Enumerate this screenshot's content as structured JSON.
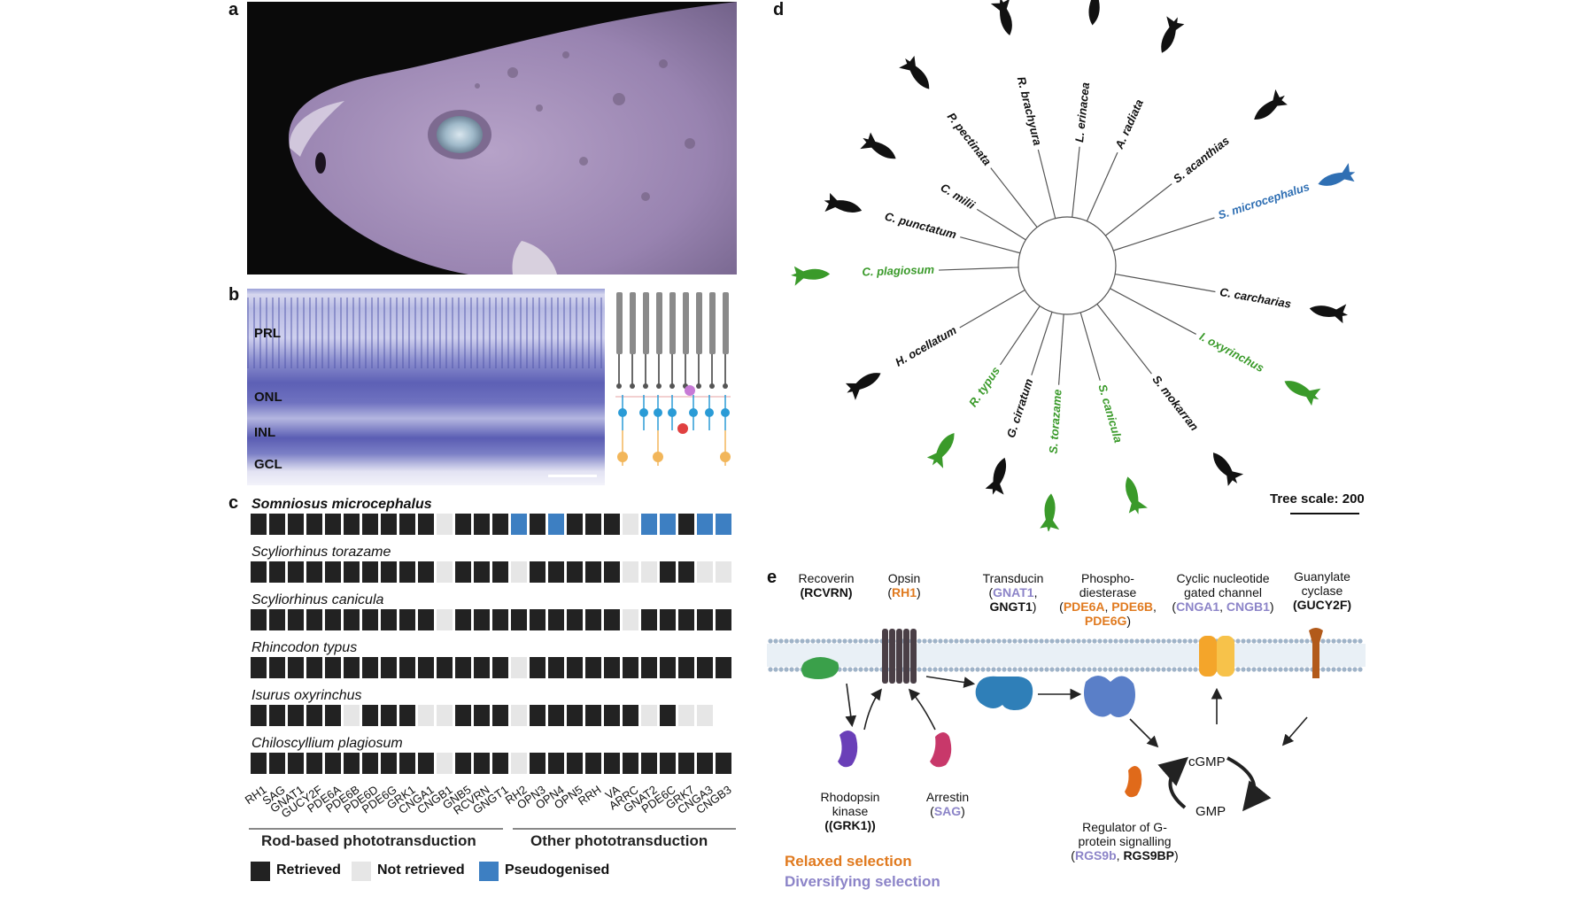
{
  "panels": {
    "a": "a",
    "b": "b",
    "c": "c",
    "d": "d",
    "e": "e"
  },
  "panel_b": {
    "layers": [
      "PRL",
      "ONL",
      "INL",
      "GCL"
    ]
  },
  "panel_c": {
    "genes": [
      "RH1",
      "SAG",
      "GNAT1",
      "GUCY2F",
      "PDE6A",
      "PDE6B",
      "PDE6D",
      "PDE6G",
      "GRK1",
      "CNGA1",
      "CNGB1",
      "GNB5",
      "RCVRN",
      "GNGT1",
      "RH2",
      "OPN3",
      "OPN4",
      "OPN5",
      "RRH",
      "VA",
      "ARRC",
      "GNAT2",
      "PDE6C",
      "GRK7",
      "CNGA3",
      "CNGB3"
    ],
    "rows": [
      {
        "species": "Somniosus microcephalus",
        "status": "RRRRRRRRRRNRRRPRPRRRNPPRPP"
      },
      {
        "species": "Scyliorhinus torazame",
        "status": "RRRRRRRRRRNRRRNRRRRRNNRRNN"
      },
      {
        "species": "Scyliorhinus canicula",
        "status": "RRRRRRRRRRNRRRRRRRRRNRRRRR"
      },
      {
        "species": "Rhincodon typus",
        "status": "RRRRRRRRRRRRRRNRRRRRRRRRRR"
      },
      {
        "species": "Isurus oxyrinchus",
        "status": "RRRRRNRRRNNRRRNRRRRRRNRNN"
      },
      {
        "species": "Chiloscyllium plagiosum",
        "status": "RRRRRRRRRRNRRRNRRRRRRRRRRR"
      }
    ],
    "sections": [
      "Rod-based phototransduction",
      "Other phototransduction"
    ],
    "legend": [
      {
        "key": "R",
        "label": "Retrieved",
        "color": "#222222"
      },
      {
        "key": "N",
        "label": "Not retrieved",
        "color": "#e6e6e6"
      },
      {
        "key": "P",
        "label": "Pseudogenised",
        "color": "#3d7fc2"
      }
    ]
  },
  "panel_d": {
    "tree_scale": "Tree scale: 200",
    "taxa": [
      {
        "name": "P. pectinata",
        "color": "#111111"
      },
      {
        "name": "R. brachyura",
        "color": "#111111"
      },
      {
        "name": "L. erinacea",
        "color": "#111111"
      },
      {
        "name": "A. radiata",
        "color": "#111111"
      },
      {
        "name": "S. acanthias",
        "color": "#111111"
      },
      {
        "name": "S. microcephalus",
        "color": "#2f6fb3"
      },
      {
        "name": "C. carcharias",
        "color": "#111111"
      },
      {
        "name": "I. oxyrinchus",
        "color": "#3a9a2a"
      },
      {
        "name": "S. mokarran",
        "color": "#111111"
      },
      {
        "name": "S. canicula",
        "color": "#3a9a2a"
      },
      {
        "name": "S. torazame",
        "color": "#3a9a2a"
      },
      {
        "name": "G. cirratum",
        "color": "#111111"
      },
      {
        "name": "R. typus",
        "color": "#3a9a2a"
      },
      {
        "name": "H. ocellatum",
        "color": "#111111"
      },
      {
        "name": "C. plagiosum",
        "color": "#3a9a2a"
      },
      {
        "name": "C. punctatum",
        "color": "#111111"
      },
      {
        "name": "C. milii",
        "color": "#111111"
      }
    ]
  },
  "panel_e": {
    "recoverin": {
      "title": "Recoverin",
      "gene": "(RCVRN)"
    },
    "opsin": {
      "title": "Opsin",
      "gene_pre": "(",
      "gene": "RH1",
      "gene_post": ")"
    },
    "transducin": {
      "title": "Transducin",
      "g1": "GNAT1",
      "g2": "GNGT1"
    },
    "pde": {
      "title1": "Phospho-",
      "title2": "diesterase",
      "g1": "PDE6A",
      "g2": "PDE6B",
      "g3": "PDE6G"
    },
    "cng": {
      "title1": "Cyclic nucleotide",
      "title2": "gated channel",
      "g1": "CNGA1",
      "g2": "CNGB1"
    },
    "gc": {
      "title1": "Guanylate",
      "title2": "cyclase",
      "gene": "(GUCY2F)"
    },
    "rk": {
      "title1": "Rhodopsin",
      "title2": "kinase",
      "gene": "(GRK1)"
    },
    "arrestin": {
      "title": "Arrestin",
      "gene": "SAG"
    },
    "rgs": {
      "title1": "Regulator of G-",
      "title2": "protein signalling",
      "g1": "RGS9b",
      "g2": "RGS9BP"
    },
    "cgmp": "cGMP",
    "gmp": "GMP",
    "legend_relaxed": "Relaxed selection",
    "legend_diversifying": "Diversifying selection",
    "colors": {
      "relaxed": "#e07a1f",
      "diversifying": "#8c84c8"
    }
  }
}
